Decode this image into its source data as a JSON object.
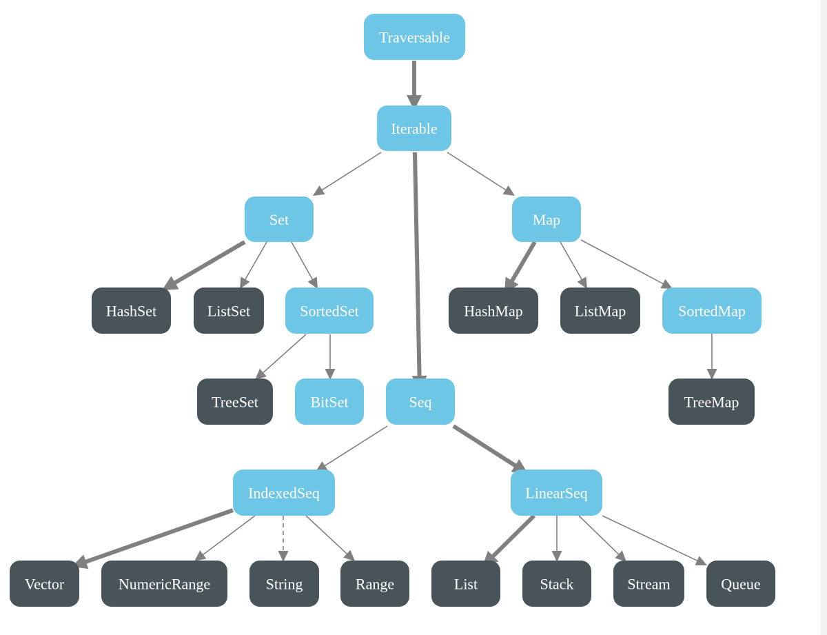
{
  "diagram": {
    "colors": {
      "trait": "#6ec6e6",
      "concrete": "#48545a",
      "edge": "#808080",
      "label": "#ffffff"
    },
    "nodes": [
      {
        "id": "traversable",
        "label": "Traversable",
        "kind": "trait"
      },
      {
        "id": "iterable",
        "label": "Iterable",
        "kind": "trait"
      },
      {
        "id": "set",
        "label": "Set",
        "kind": "trait"
      },
      {
        "id": "map",
        "label": "Map",
        "kind": "trait"
      },
      {
        "id": "seq",
        "label": "Seq",
        "kind": "trait"
      },
      {
        "id": "hashset",
        "label": "HashSet",
        "kind": "concrete"
      },
      {
        "id": "listset",
        "label": "ListSet",
        "kind": "concrete"
      },
      {
        "id": "sortedset",
        "label": "SortedSet",
        "kind": "trait"
      },
      {
        "id": "hashmap",
        "label": "HashMap",
        "kind": "concrete"
      },
      {
        "id": "listmap",
        "label": "ListMap",
        "kind": "concrete"
      },
      {
        "id": "sortedmap",
        "label": "SortedMap",
        "kind": "trait"
      },
      {
        "id": "treeset",
        "label": "TreeSet",
        "kind": "concrete"
      },
      {
        "id": "bitset",
        "label": "BitSet",
        "kind": "trait"
      },
      {
        "id": "treemap",
        "label": "TreeMap",
        "kind": "concrete"
      },
      {
        "id": "indexedseq",
        "label": "IndexedSeq",
        "kind": "trait"
      },
      {
        "id": "linearseq",
        "label": "LinearSeq",
        "kind": "trait"
      },
      {
        "id": "vector",
        "label": "Vector",
        "kind": "concrete"
      },
      {
        "id": "numericrange",
        "label": "NumericRange",
        "kind": "concrete"
      },
      {
        "id": "string",
        "label": "String",
        "kind": "concrete"
      },
      {
        "id": "range",
        "label": "Range",
        "kind": "concrete"
      },
      {
        "id": "list",
        "label": "List",
        "kind": "concrete"
      },
      {
        "id": "stack",
        "label": "Stack",
        "kind": "concrete"
      },
      {
        "id": "stream",
        "label": "Stream",
        "kind": "concrete"
      },
      {
        "id": "queue",
        "label": "Queue",
        "kind": "concrete"
      }
    ],
    "edges": [
      {
        "from": "traversable",
        "to": "iterable",
        "style": "bold"
      },
      {
        "from": "iterable",
        "to": "set",
        "style": "thin"
      },
      {
        "from": "iterable",
        "to": "seq",
        "style": "bold"
      },
      {
        "from": "iterable",
        "to": "map",
        "style": "thin"
      },
      {
        "from": "set",
        "to": "hashset",
        "style": "bold"
      },
      {
        "from": "set",
        "to": "listset",
        "style": "thin"
      },
      {
        "from": "set",
        "to": "sortedset",
        "style": "thin"
      },
      {
        "from": "sortedset",
        "to": "treeset",
        "style": "thin"
      },
      {
        "from": "sortedset",
        "to": "bitset",
        "style": "thin"
      },
      {
        "from": "map",
        "to": "hashmap",
        "style": "bold"
      },
      {
        "from": "map",
        "to": "listmap",
        "style": "thin"
      },
      {
        "from": "map",
        "to": "sortedmap",
        "style": "thin"
      },
      {
        "from": "sortedmap",
        "to": "treemap",
        "style": "thin"
      },
      {
        "from": "seq",
        "to": "indexedseq",
        "style": "thin"
      },
      {
        "from": "seq",
        "to": "linearseq",
        "style": "bold"
      },
      {
        "from": "indexedseq",
        "to": "vector",
        "style": "bold"
      },
      {
        "from": "indexedseq",
        "to": "numericrange",
        "style": "thin"
      },
      {
        "from": "indexedseq",
        "to": "string",
        "style": "dashed"
      },
      {
        "from": "indexedseq",
        "to": "range",
        "style": "thin"
      },
      {
        "from": "linearseq",
        "to": "list",
        "style": "bold"
      },
      {
        "from": "linearseq",
        "to": "stack",
        "style": "thin"
      },
      {
        "from": "linearseq",
        "to": "stream",
        "style": "thin"
      },
      {
        "from": "linearseq",
        "to": "queue",
        "style": "thin"
      }
    ]
  }
}
